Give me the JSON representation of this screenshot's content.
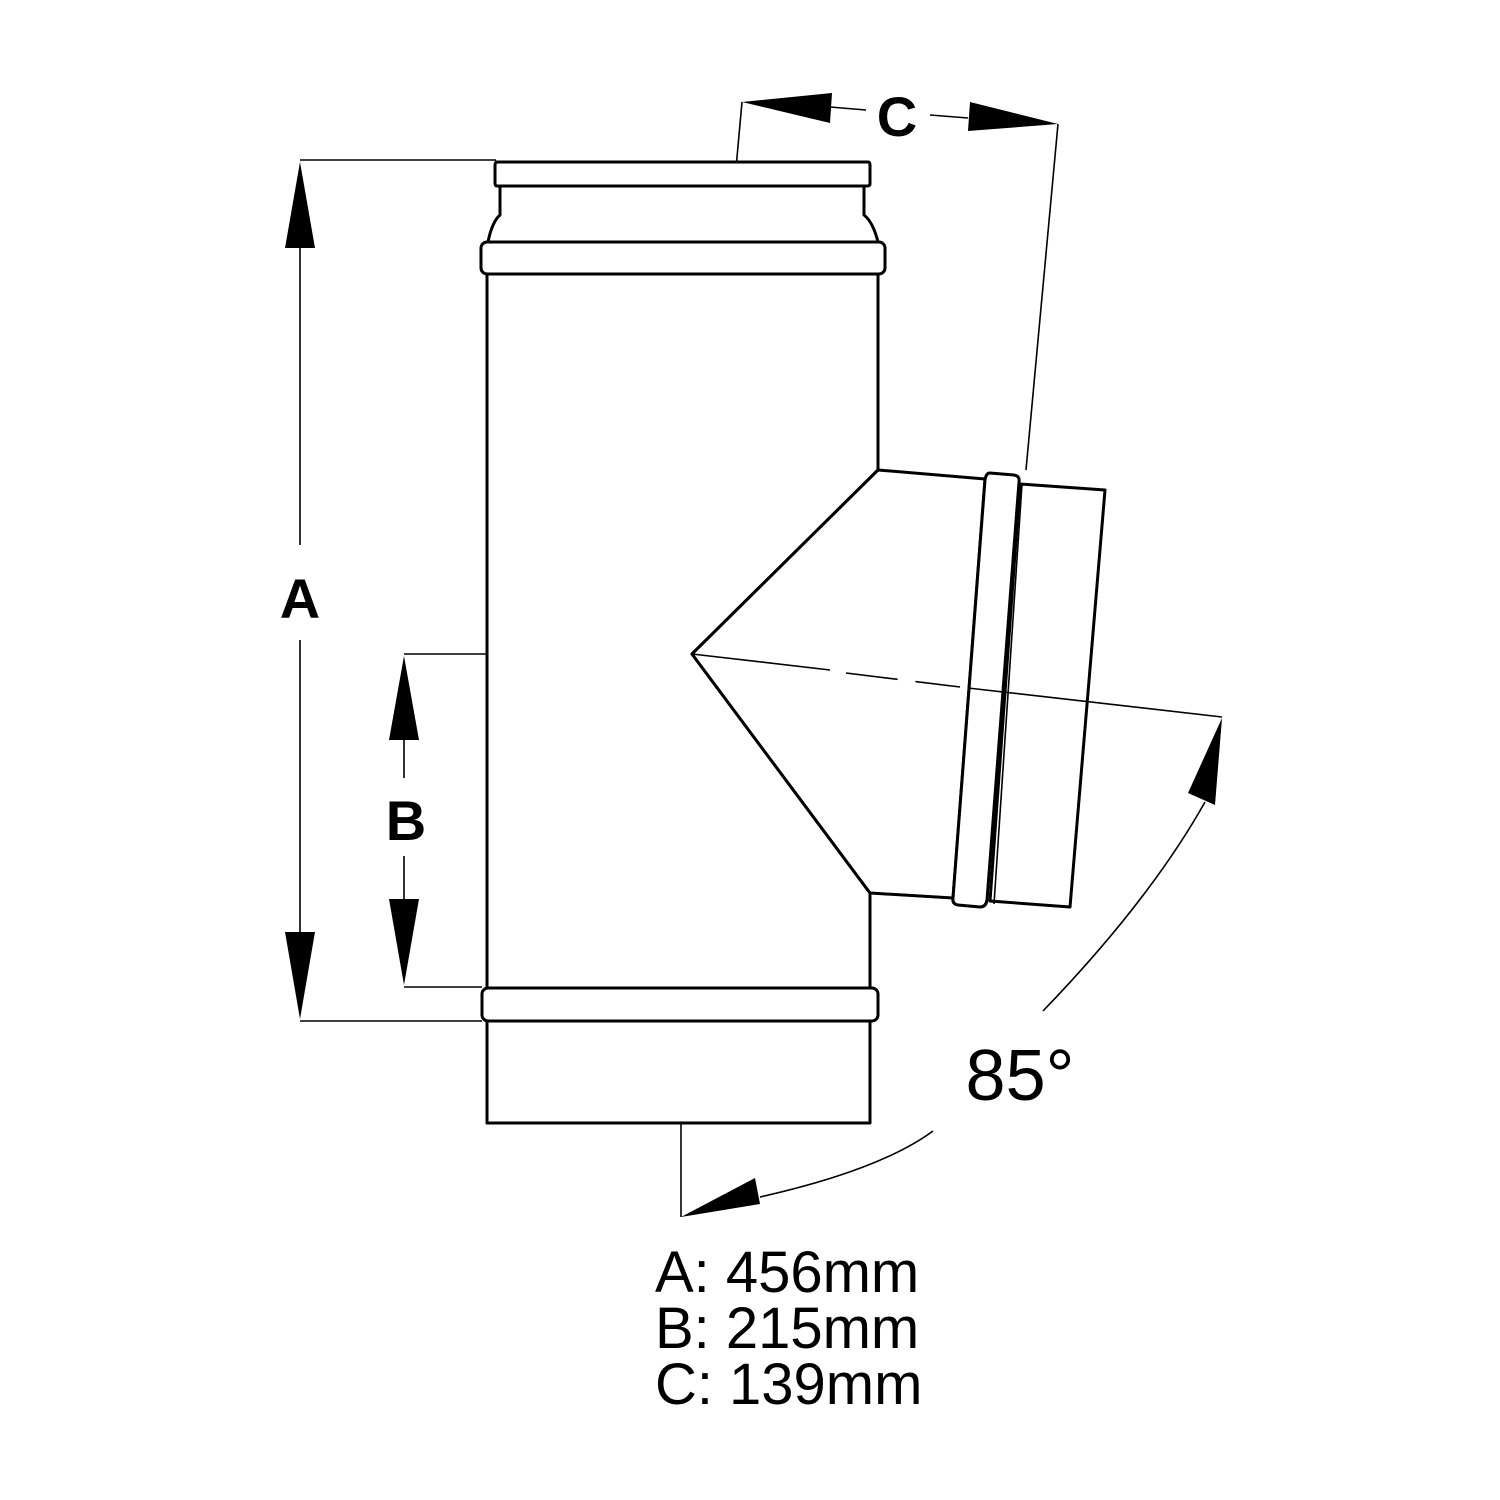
{
  "diagram": {
    "subject": "T-piece pipe fitting with angled branch",
    "dimension_labels": {
      "a": "A",
      "b": "B",
      "c": "C"
    },
    "angle": {
      "label": "85°",
      "value_degrees": 85
    },
    "legend": [
      {
        "key": "A:",
        "value": "456mm"
      },
      {
        "key": "B:",
        "value": "215mm"
      },
      {
        "key": "C:",
        "value": "139mm"
      }
    ],
    "colors": {
      "line": "#000000",
      "background": "#ffffff"
    }
  }
}
